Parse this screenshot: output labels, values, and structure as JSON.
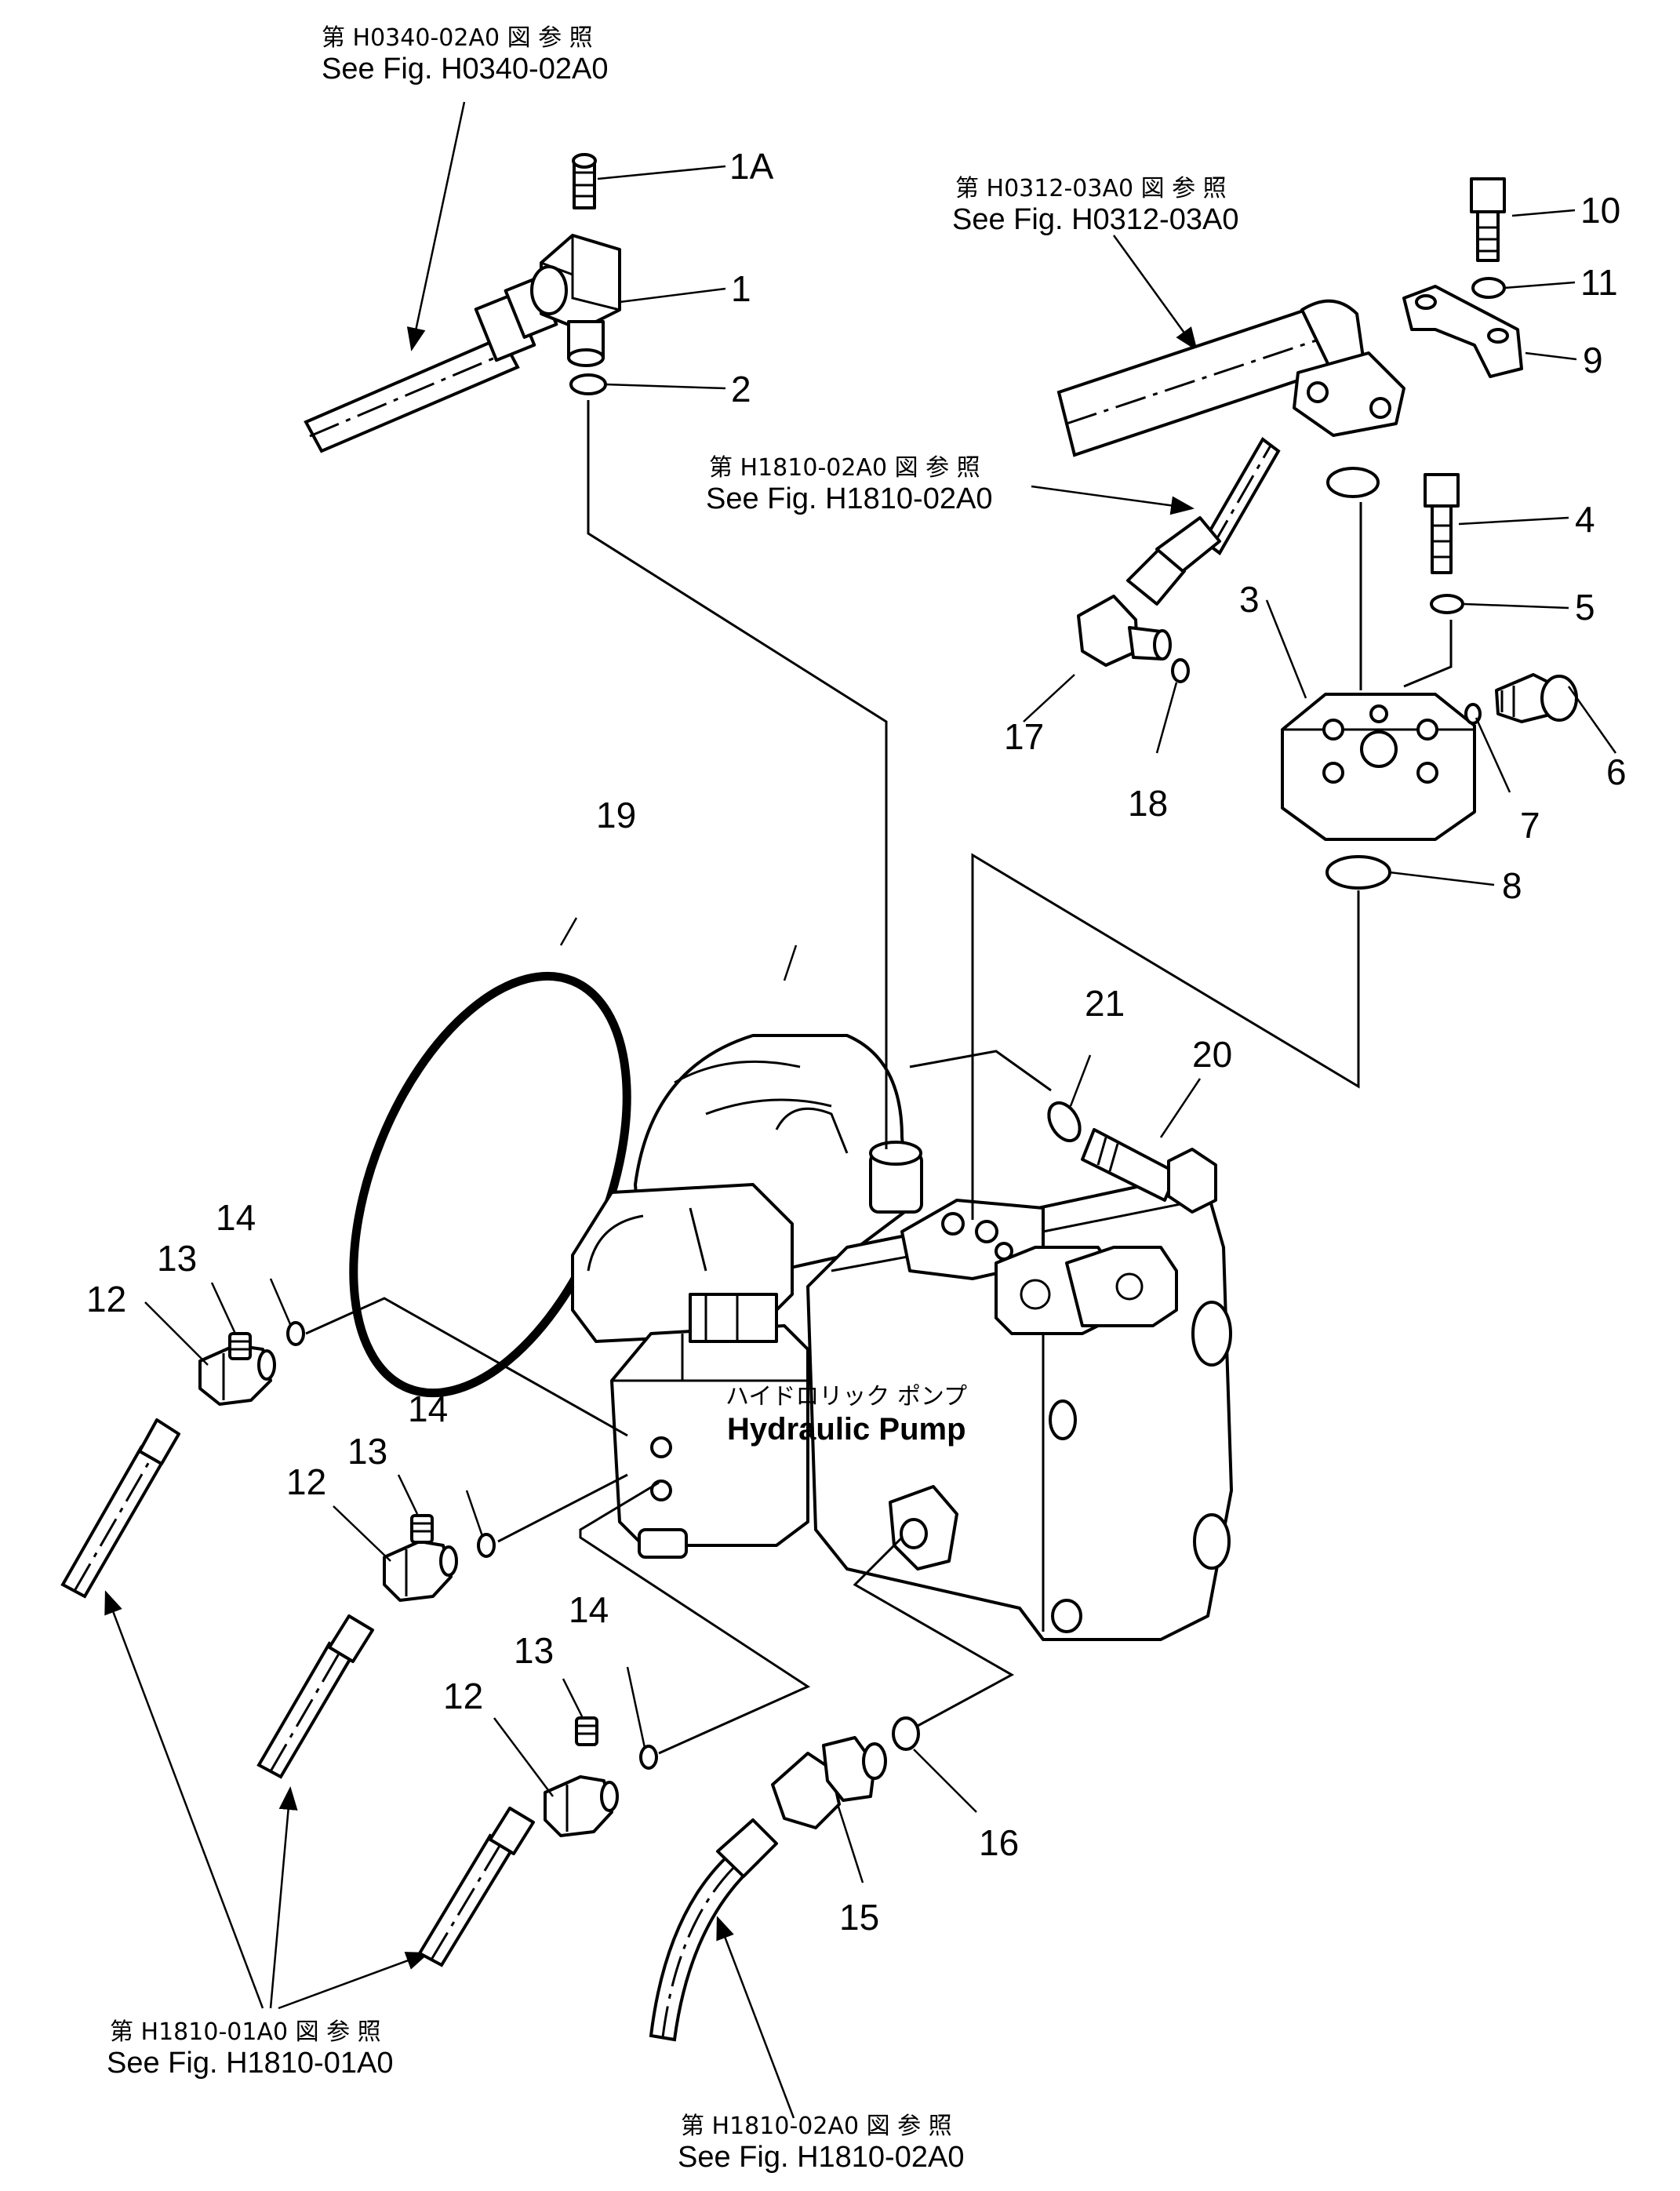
{
  "diagram": {
    "product_label": {
      "japanese": "ハイドロリック ポンプ",
      "english": "Hydraulic Pump"
    },
    "references": [
      {
        "id": "ref_h0340",
        "japanese": "第 H0340-02A0 図 参 照",
        "english": "See Fig. H0340-02A0"
      },
      {
        "id": "ref_h0312",
        "japanese": "第 H0312-03A0 図 参 照",
        "english": "See Fig. H0312-03A0"
      },
      {
        "id": "ref_h1810_top",
        "japanese": "第 H1810-02A0 図 参 照",
        "english": "See Fig. H1810-02A0"
      },
      {
        "id": "ref_h1810_01",
        "japanese": "第 H1810-01A0 図 参 照",
        "english": "See Fig. H1810-01A0"
      },
      {
        "id": "ref_h1810_bottom",
        "japanese": "第 H1810-02A0 図 参 照",
        "english": "See Fig. H1810-02A0"
      }
    ],
    "part_numbers": {
      "p1A": "1A",
      "p1": "1",
      "p2": "2",
      "p3": "3",
      "p4": "4",
      "p5": "5",
      "p6": "6",
      "p7": "7",
      "p8": "8",
      "p9": "9",
      "p10": "10",
      "p11": "11",
      "p12a": "12",
      "p12b": "12",
      "p12c": "12",
      "p13a": "13",
      "p13b": "13",
      "p13c": "13",
      "p14a": "14",
      "p14b": "14",
      "p14c": "14",
      "p15": "15",
      "p16": "16",
      "p17": "17",
      "p18": "18",
      "p19": "19",
      "p20": "20",
      "p21": "21"
    }
  }
}
